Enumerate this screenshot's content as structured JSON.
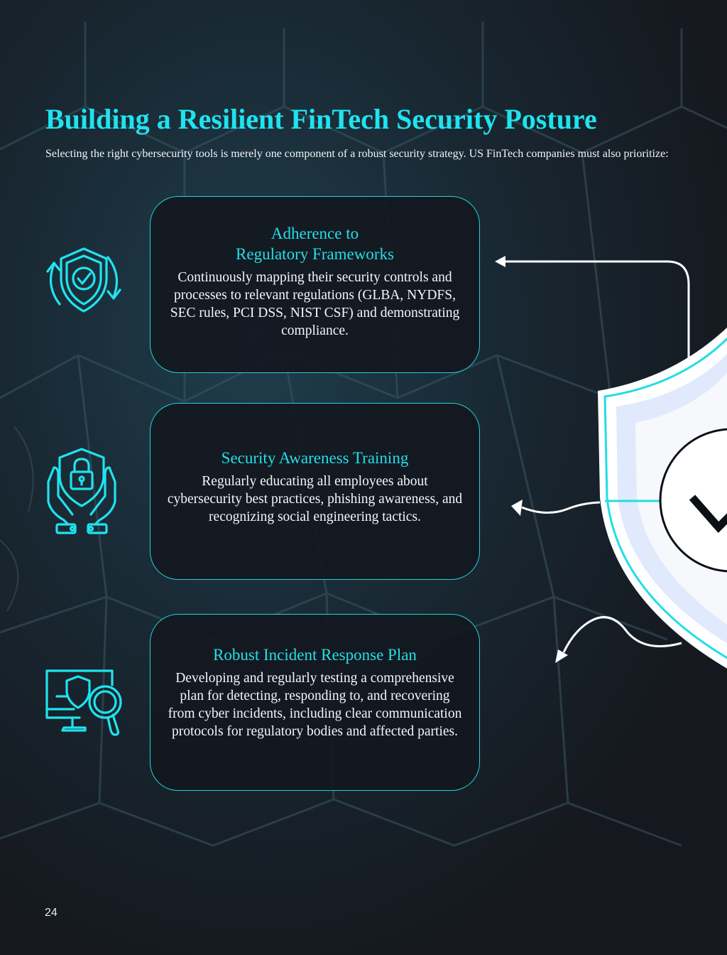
{
  "page": {
    "title": "Building a Resilient FinTech Security Posture",
    "intro": "Selecting the right cybersecurity tools is merely one component of a robust security strategy. US FinTech companies must also prioritize:",
    "page_number": "24"
  },
  "cards": [
    {
      "heading": "Adherence to\nRegulatory Frameworks",
      "body": "Continuously mapping their security controls and processes to relevant regulations (GLBA, NYDFS, SEC rules, PCI DSS, NIST CSF) and demonstrating compliance.",
      "icon": "shield-check-cycle-icon"
    },
    {
      "heading": "Security Awareness Training",
      "body": "Regularly educating all employees about cybersecurity best practices, phishing awareness, and recognizing social engineering tactics.",
      "icon": "hands-shield-lock-icon"
    },
    {
      "heading": "Robust Incident Response Plan",
      "body": "Developing and regularly testing a comprehensive plan for detecting, responding to, and recovering from cyber incidents, including clear communication protocols for regulatory bodies and affected parties.",
      "icon": "monitor-shield-magnifier-icon"
    }
  ],
  "colors": {
    "accent": "#1fe3ee",
    "background": "#181b22",
    "text": "#f2f4f6"
  }
}
